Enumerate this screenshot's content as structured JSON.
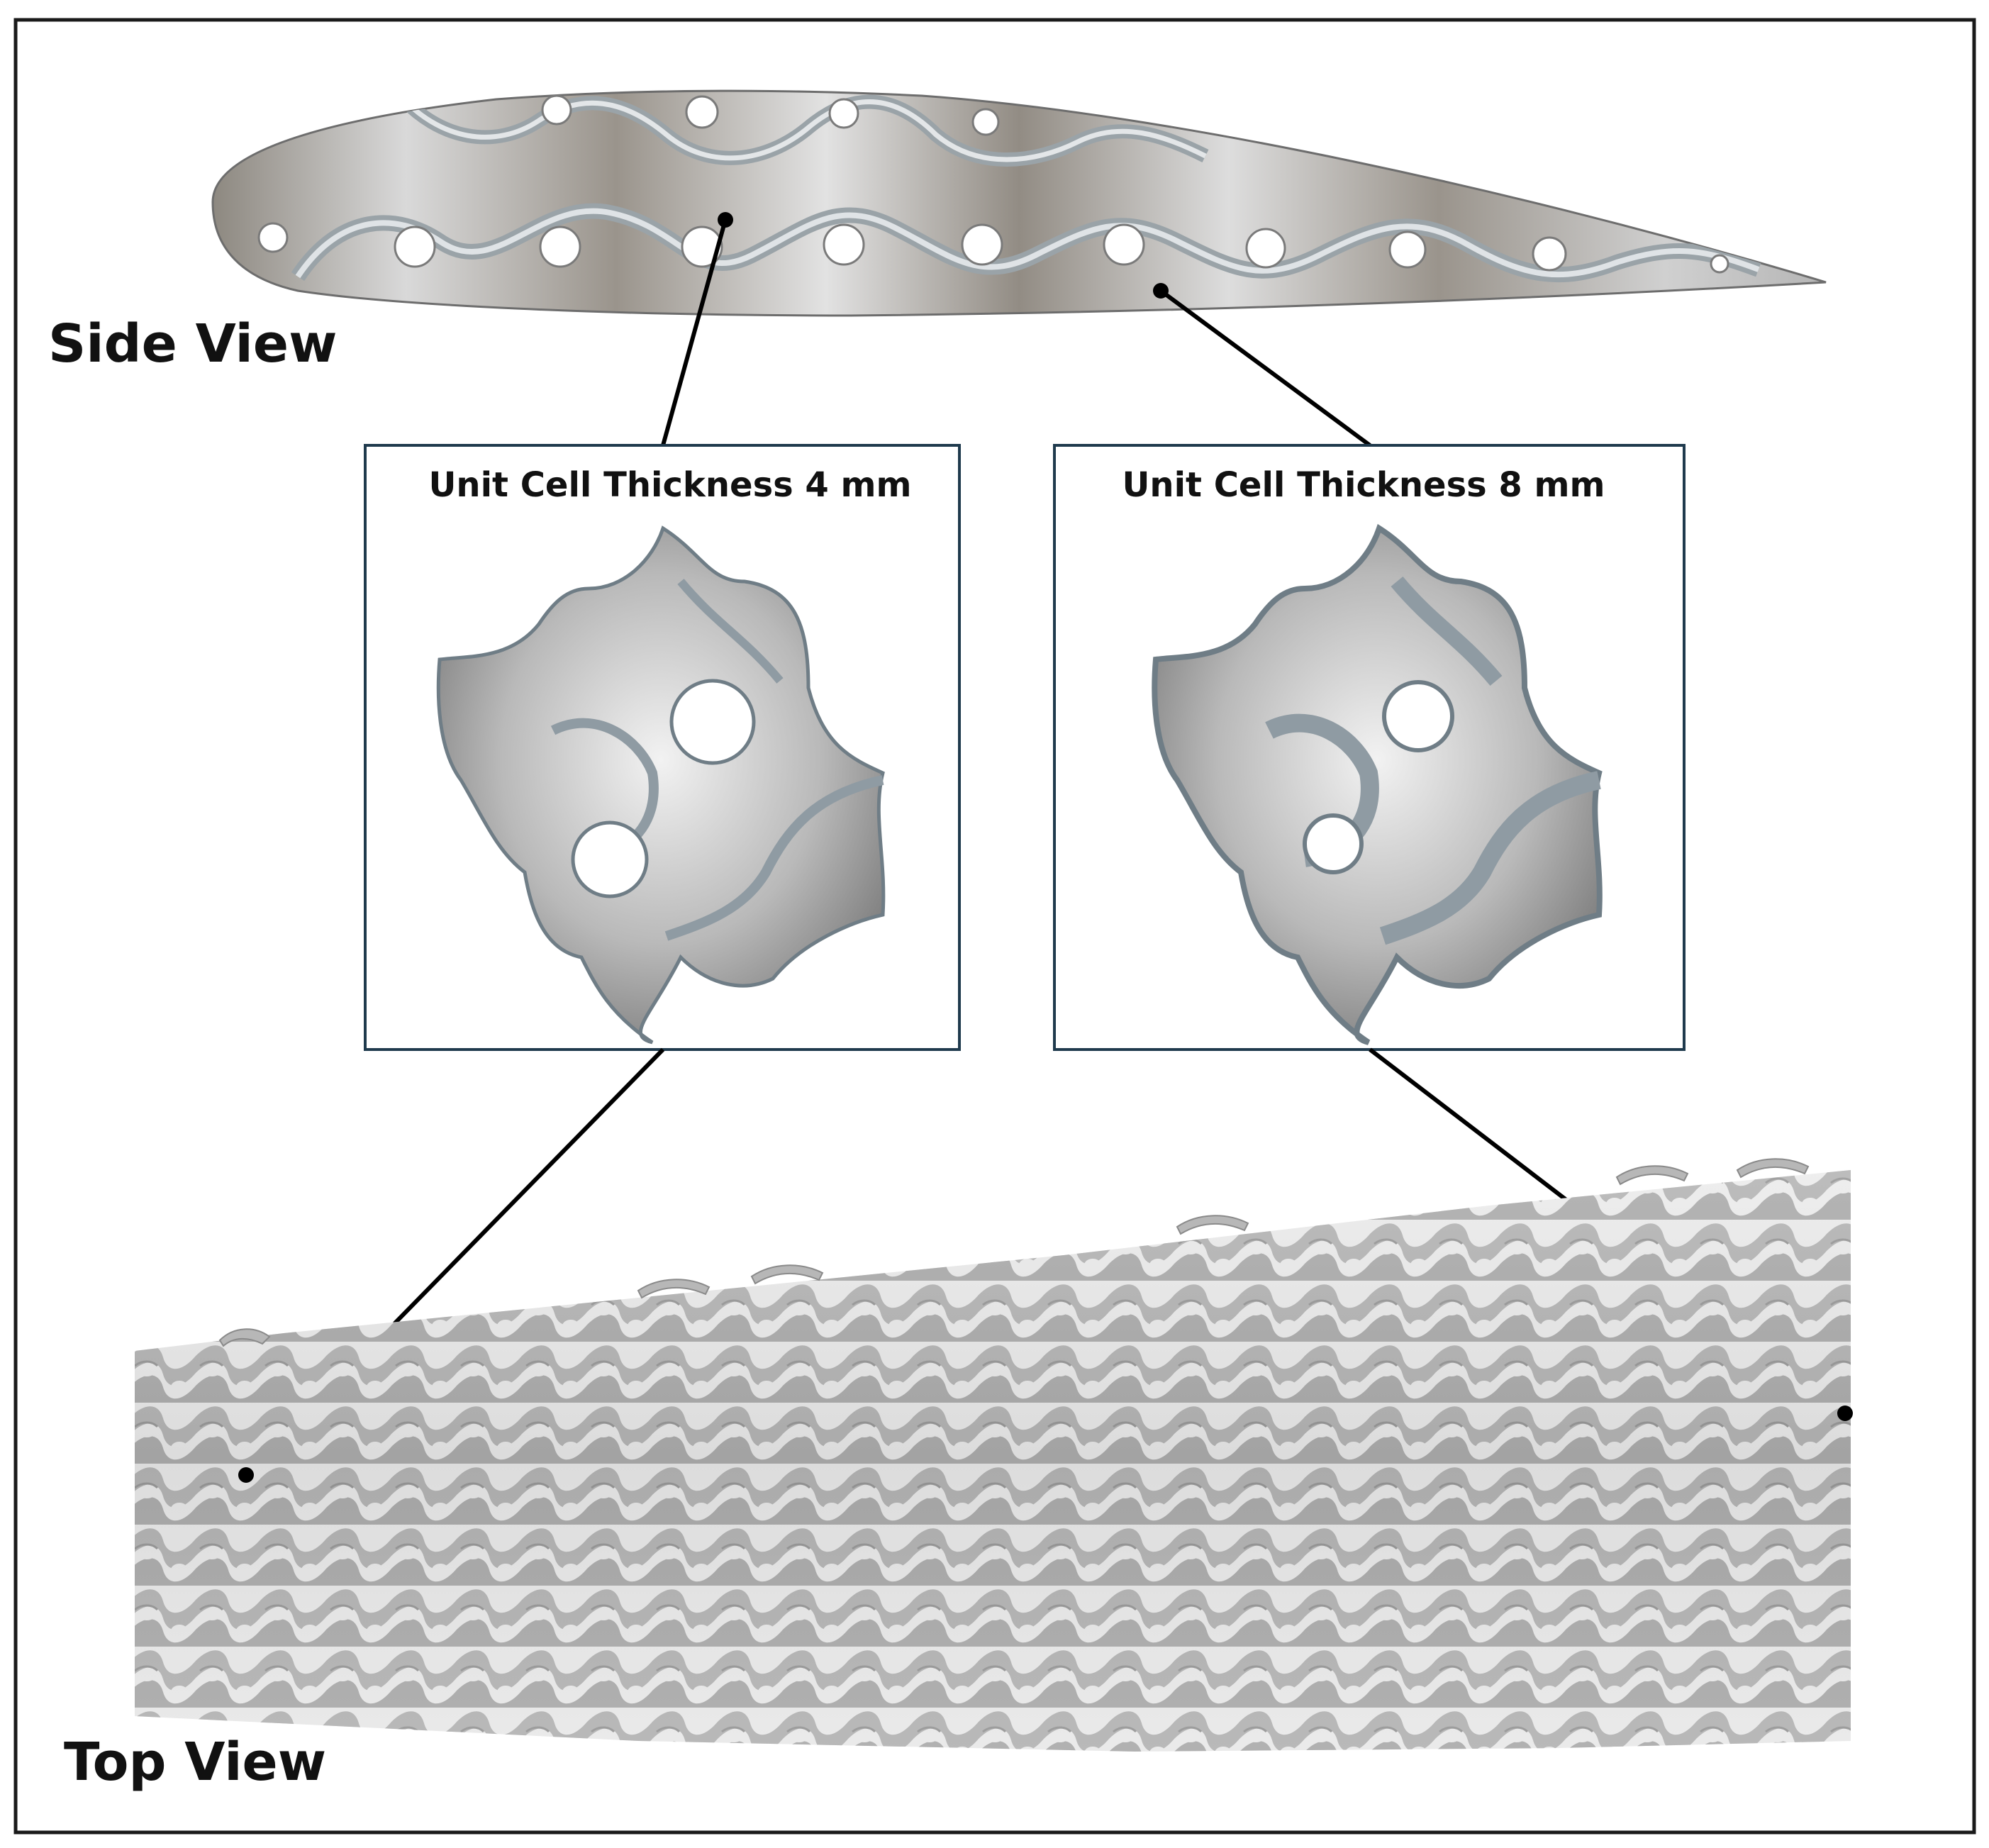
{
  "labels": {
    "side_view": "Side View",
    "top_view": "Top View"
  },
  "boxes": [
    {
      "title": "Unit Cell Thickness 4 mm"
    },
    {
      "title": "Unit Cell Thickness 8 mm"
    }
  ],
  "colors": {
    "frame": "#1a1a1a",
    "box_border": "#1f3a4d",
    "metal_light": "#e6e6e6",
    "metal_mid": "#a9a9a9",
    "metal_dark": "#6e6e6e",
    "edge": "#7b8a95",
    "connector": "#000000"
  }
}
